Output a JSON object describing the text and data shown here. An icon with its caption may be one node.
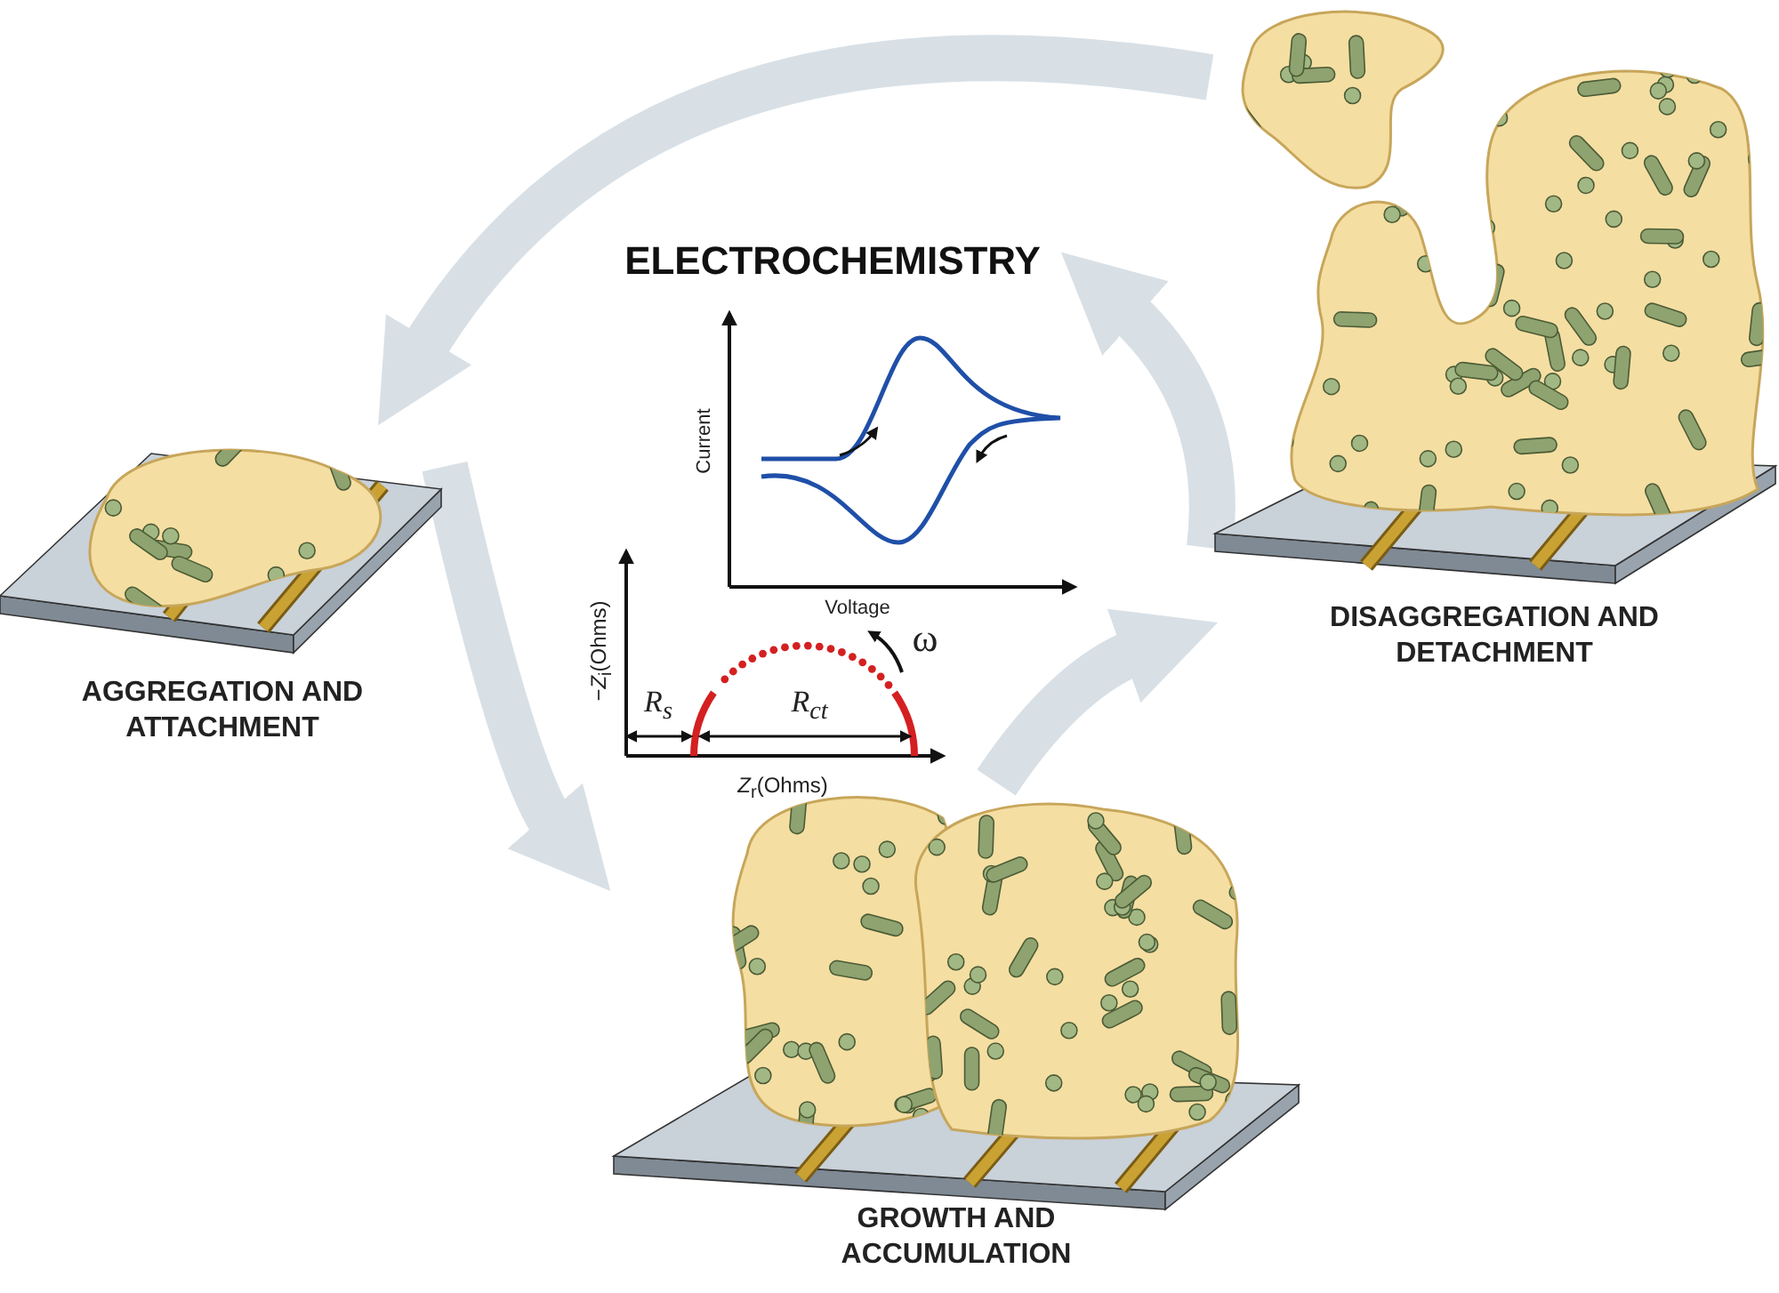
{
  "diagram": {
    "title": "ELECTROCHEMISTRY",
    "nodes": [
      {
        "text": [
          "AGGREGATION AND ATTACHMENT"
        ]
      },
      {
        "text": [
          "GROWTH AND ACCUMULATION"
        ]
      },
      {
        "text": [
          "DISAGGREGATION AND DETACHMENT"
        ]
      }
    ],
    "edges": [
      {
        "from": 0,
        "to": 1,
        "arrow": "to"
      },
      {
        "from": 1,
        "to": 2,
        "arrow": "to"
      },
      {
        "from": 2,
        "to": 0,
        "arrow": "to"
      },
      {
        "from": 2,
        "to": null,
        "arrow": "to"
      }
    ],
    "labels": [
      "Current",
      "Voltage",
      "−*Z*$_{i}$(Ohms)",
      "R$_{s}$",
      "R$_{ct}$",
      "ω",
      "*Z*$_{r}$(Ohms)"
    ]
  }
}
